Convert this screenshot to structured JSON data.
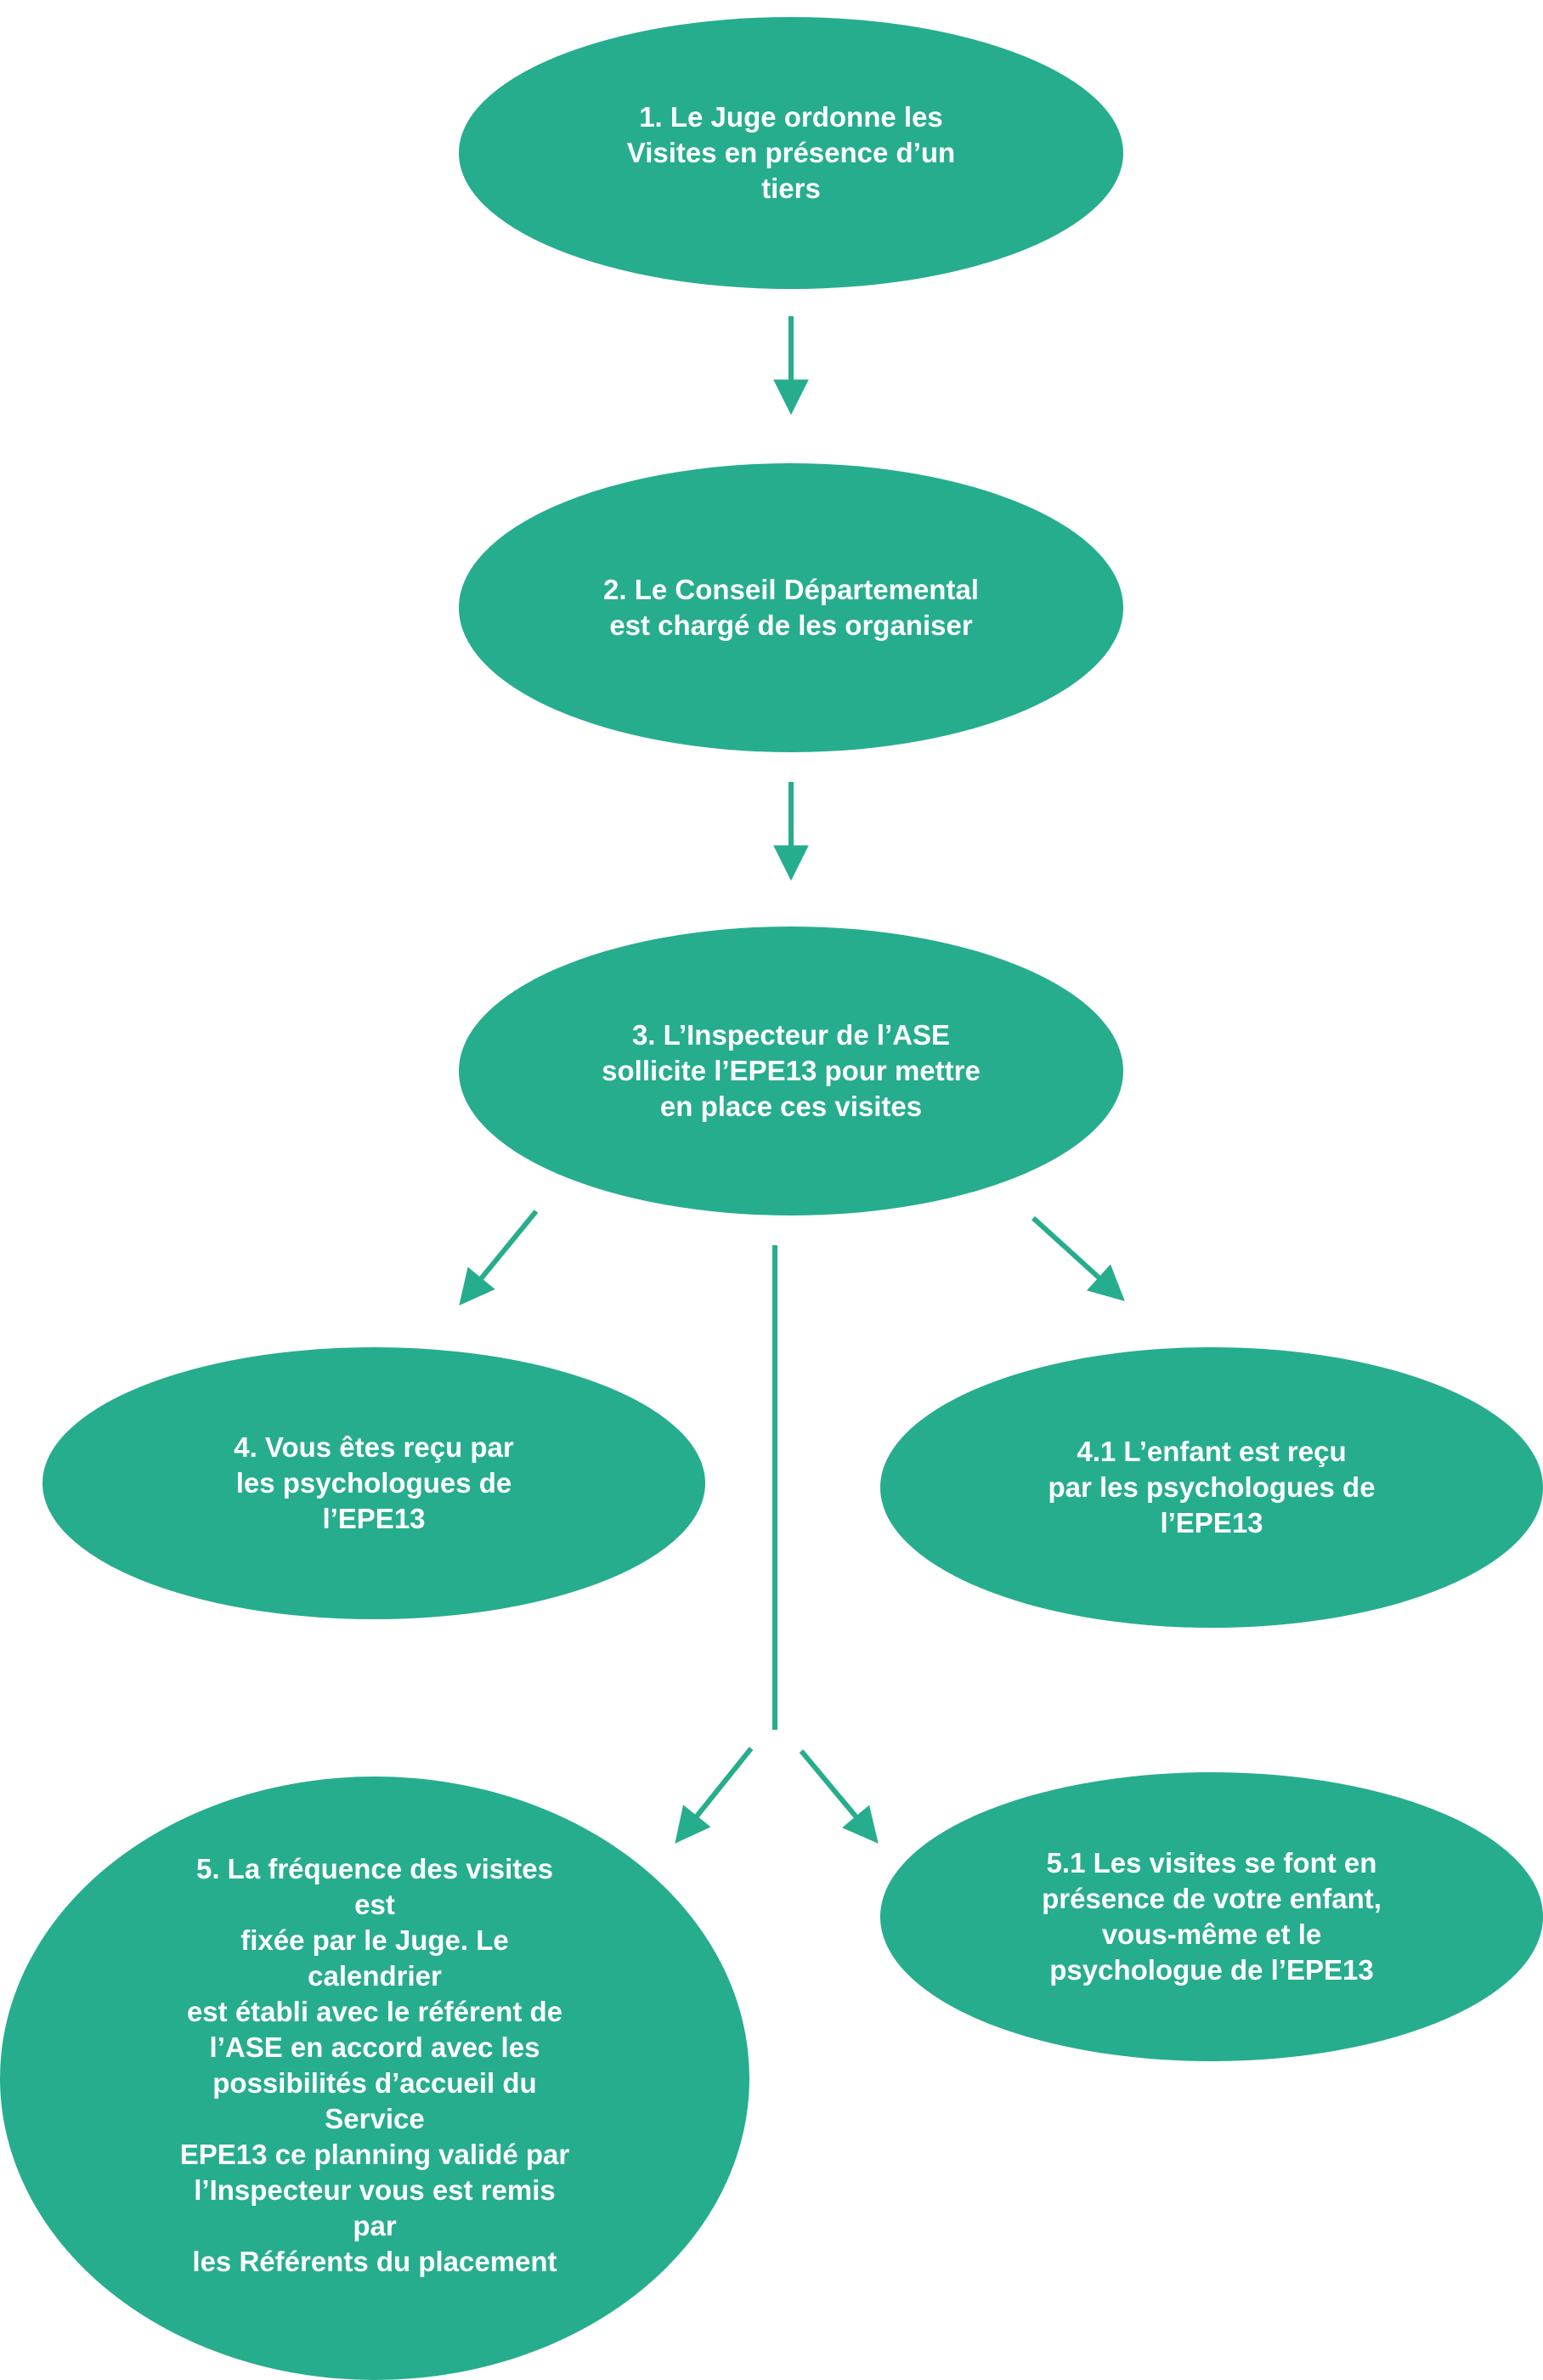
{
  "colors": {
    "node_fill": "#26ad8d",
    "text": "#ffffff",
    "connector": "#26ad8d"
  },
  "nodes": {
    "n1": "1. Le Juge ordonne les\nVisites en présence d’un\ntiers",
    "n2": "2. Le Conseil Départemental\nest chargé de les organiser",
    "n3": "3. L’Inspecteur de l’ASE\nsollicite l’EPE13 pour mettre\nen place ces visites",
    "n4": "4. Vous êtes reçu par\nles psychologues de\nl’EPE13",
    "n41": "4.1 L’enfant est reçu\npar les psychologues de\nl’EPE13",
    "n5": "5. La fréquence des visites\nest\nfixée par le Juge. Le\ncalendrier\nest établi avec le référent de\nl’ASE en accord avec les\npossibilités d’accueil du\nService\nEPE13 ce planning validé par\nl’Inspecteur vous est remis\npar\nles Référents du placement",
    "n51": "5.1 Les visites se font en\nprésence de votre enfant,\nvous-même et le\npsychologue de l’EPE13"
  }
}
